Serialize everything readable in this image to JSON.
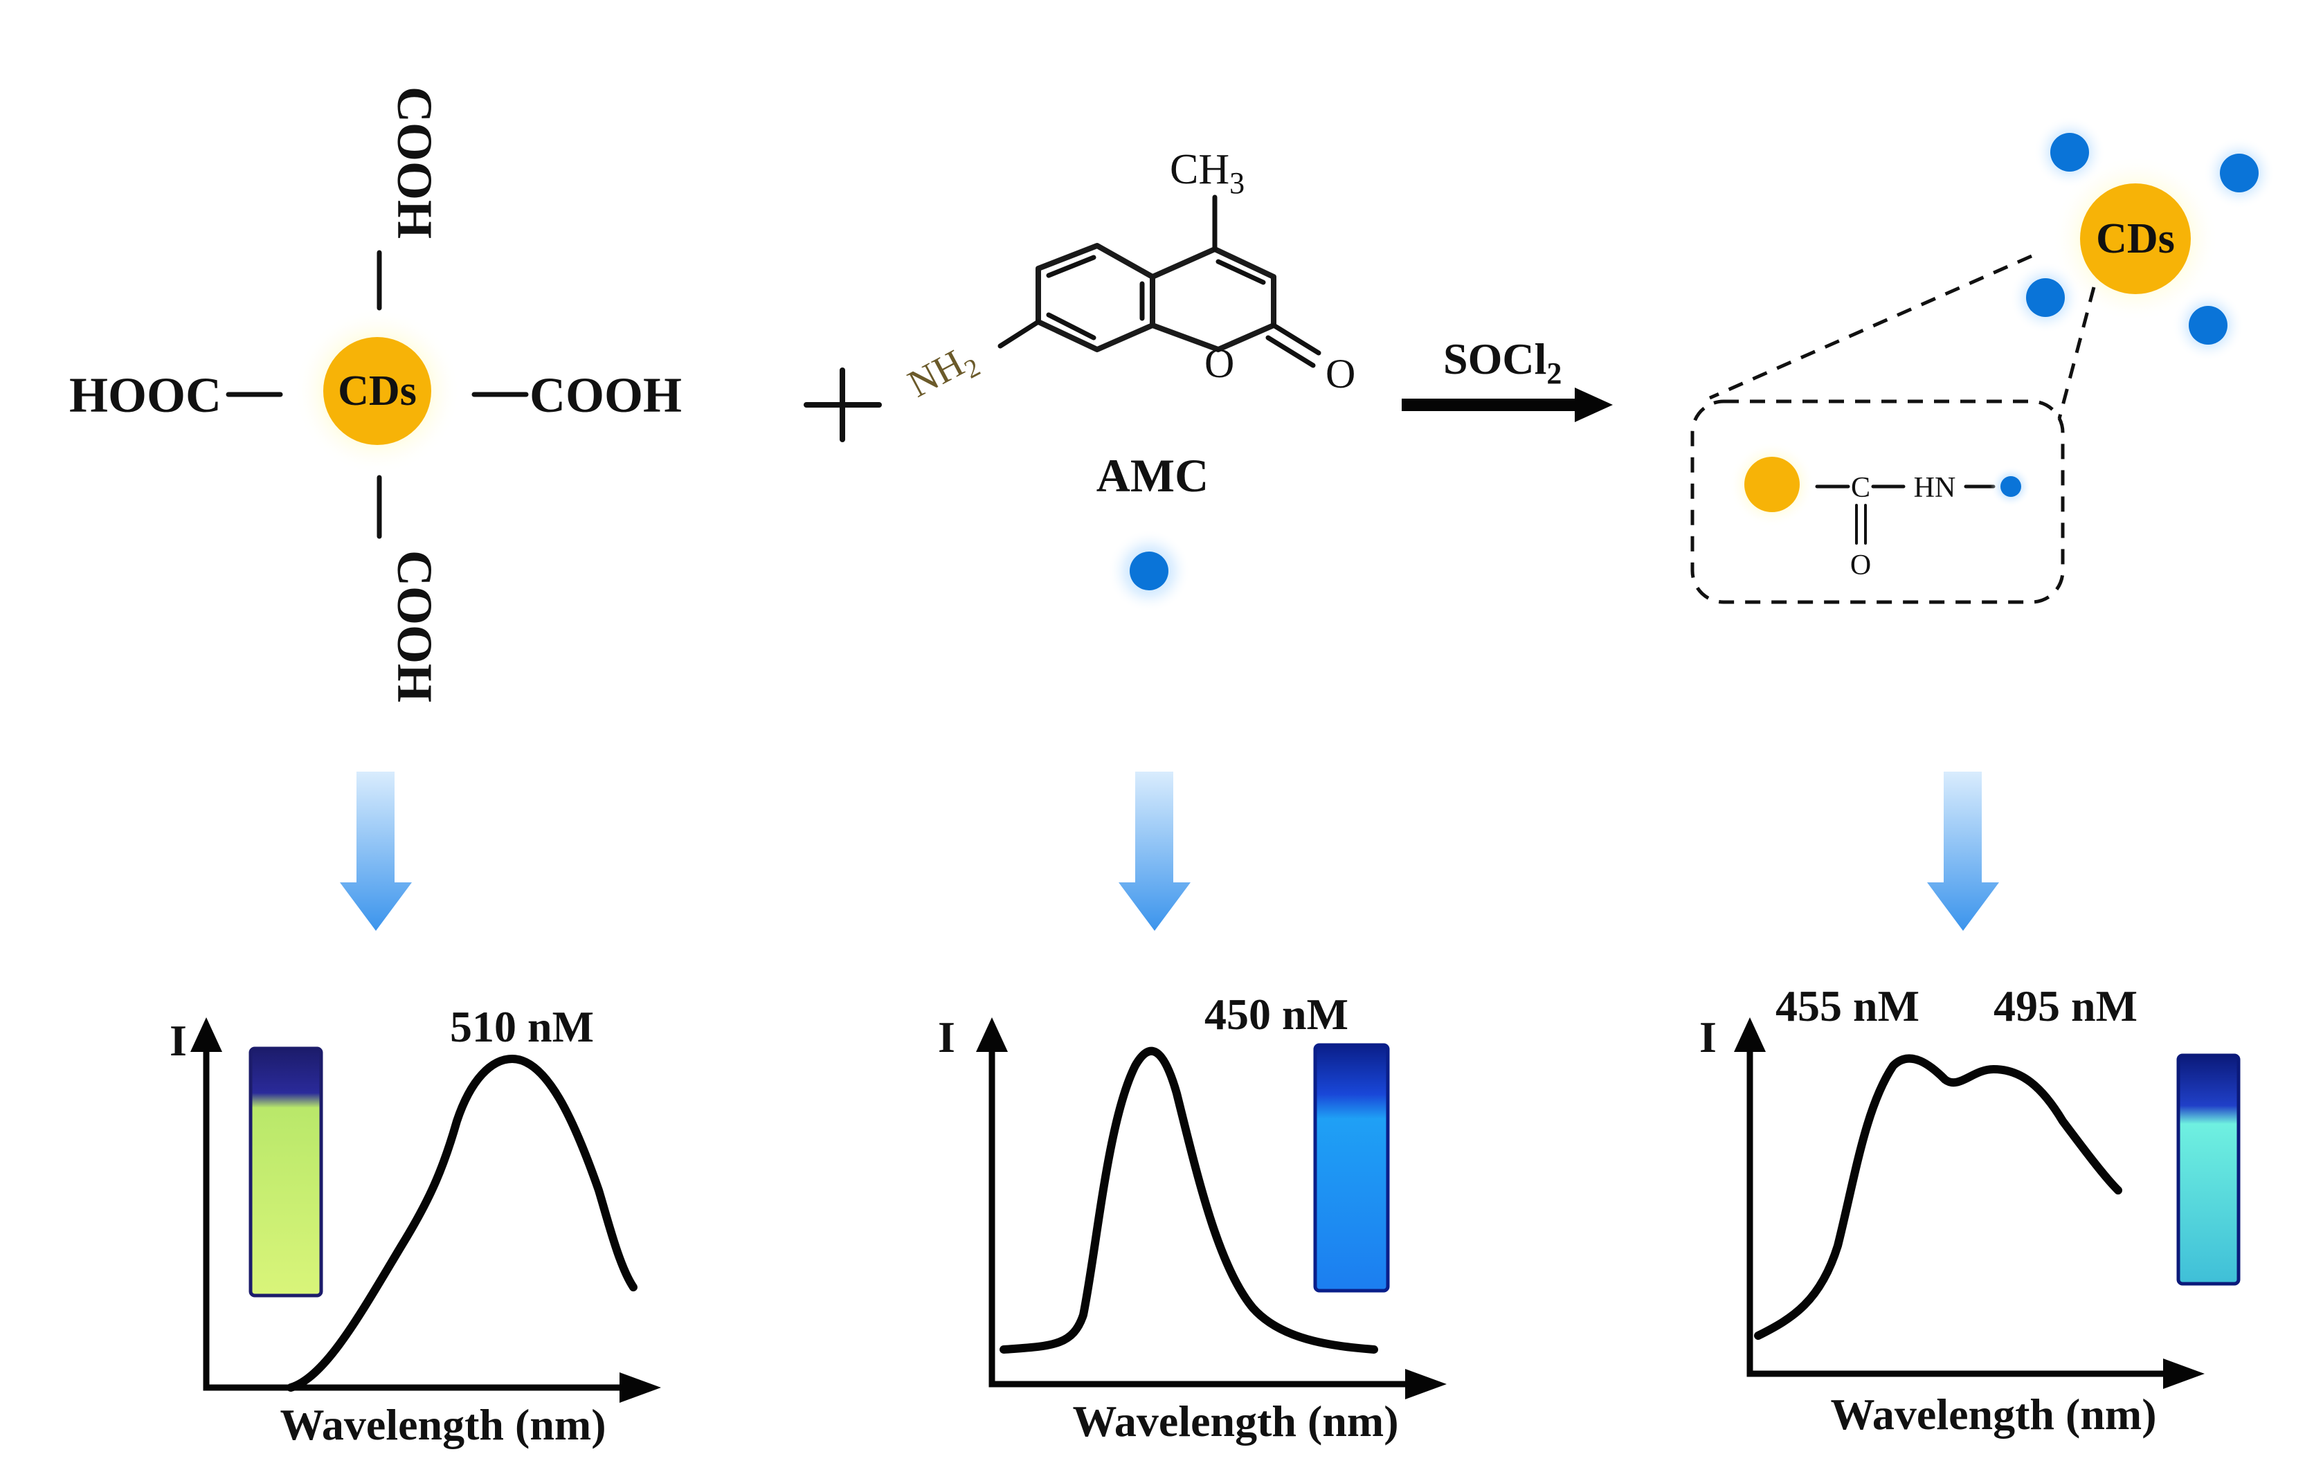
{
  "reactant_cd": {
    "core_label": "CDs",
    "group_left": "HOOC",
    "group_right": "COOH",
    "group_top": "COOH",
    "group_bottom": "COOH"
  },
  "plus_sign": "+",
  "amc": {
    "methyl": "CH",
    "methyl_sub": "3",
    "amine": "NH",
    "amine_sub": "2",
    "ring_oxygen": "O",
    "carbonyl_oxygen": "O",
    "name": "AMC"
  },
  "reaction": {
    "reagent": "SOCl",
    "reagent_sub": "2"
  },
  "product": {
    "core_label": "CDs",
    "linkage_c": "C",
    "linkage_nh": "HN",
    "linkage_o": "O"
  },
  "spectra": [
    {
      "y_label": "I",
      "x_label": "Wavelength (nm)",
      "peaks": [
        "510 nM"
      ],
      "vial_color": "#d9f57a"
    },
    {
      "y_label": "I",
      "x_label": "Wavelength (nm)",
      "peaks": [
        "450 nM"
      ],
      "vial_color": "#1f9ff2"
    },
    {
      "y_label": "I",
      "x_label": "Wavelength (nm)",
      "peaks": [
        "455 nM",
        "495 nM"
      ],
      "vial_color": "#5fe0d6"
    }
  ],
  "colors": {
    "cd_core": "#f7b307",
    "cd_glow": "#fff6a8",
    "amc_dot": "#0a74d8",
    "amc_glow": "#9fd4ff",
    "arrow_blue": "#3f9bef"
  }
}
